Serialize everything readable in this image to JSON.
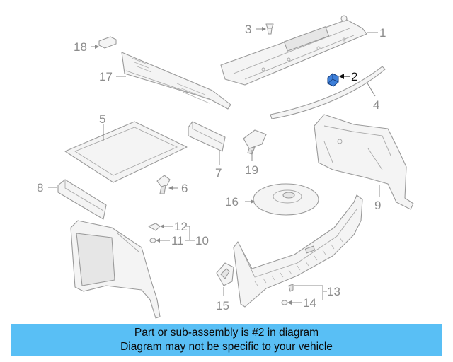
{
  "callouts": {
    "c1": "1",
    "c2": "2",
    "c3": "3",
    "c4": "4",
    "c5": "5",
    "c6": "6",
    "c7": "7",
    "c8": "8",
    "c9": "9",
    "c10": "10",
    "c11": "11",
    "c12": "12",
    "c13": "13",
    "c14": "14",
    "c15": "15",
    "c16": "16",
    "c17": "17",
    "c18": "18",
    "c19": "19"
  },
  "highlighted_part": "2",
  "colors": {
    "banner": "#59bff5",
    "highlight": "#3d7fd9",
    "linework": "#9a9a9a"
  },
  "banner": {
    "line1": "Part or sub-assembly is #2 in diagram",
    "line2": "Diagram may not be specific to your vehicle"
  }
}
